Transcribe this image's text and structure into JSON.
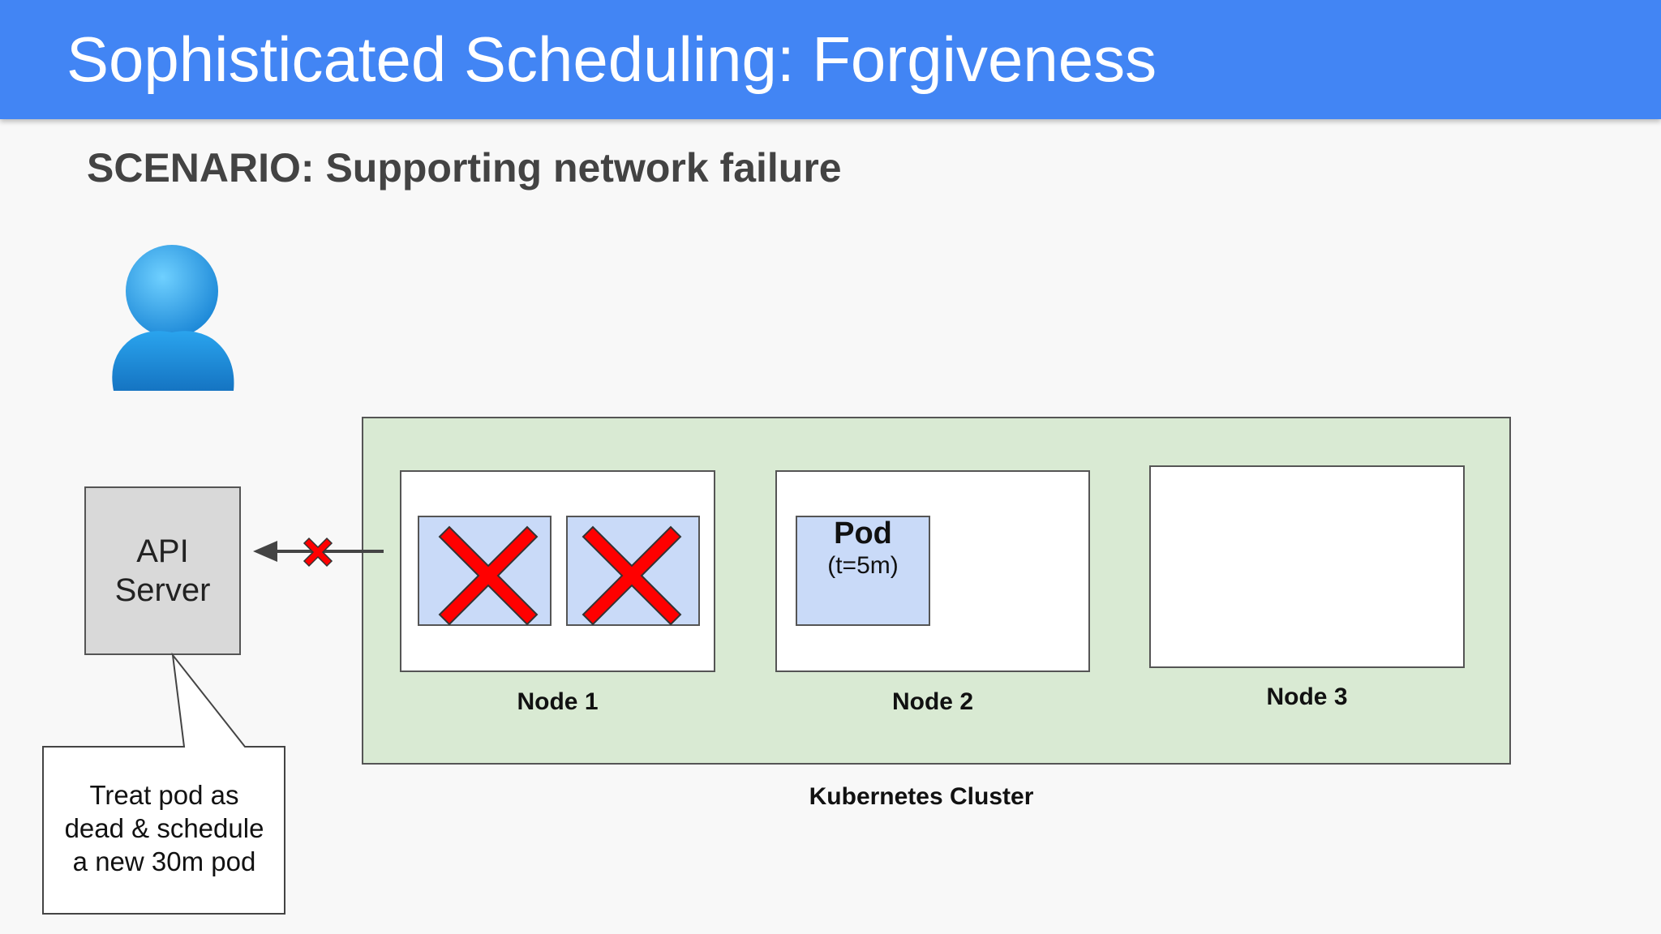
{
  "title": "Sophisticated Scheduling: Forgiveness",
  "subtitle": "SCENARIO: Supporting network failure",
  "api_server": {
    "line1": "API",
    "line2": "Server"
  },
  "cluster_label": "Kubernetes Cluster",
  "nodes": [
    {
      "label": "Node 1"
    },
    {
      "label": "Node 2"
    },
    {
      "label": "Node 3"
    }
  ],
  "pod": {
    "title": "Pod",
    "detail": "(t=5m)"
  },
  "callout": {
    "line1": "Treat pod as",
    "line2": "dead & schedule",
    "line3": "a new 30m pod"
  },
  "colors": {
    "header": "#4285f4",
    "cluster_fill": "#d9ead3",
    "pod_fill": "#c9daf8",
    "api_fill": "#d9d9d9",
    "failure_x": "#ff0000",
    "user_icon": "#1e90e0"
  },
  "icons": [
    "user-icon",
    "failure-x-icon",
    "broken-connection-icon",
    "arrow-left-icon"
  ]
}
